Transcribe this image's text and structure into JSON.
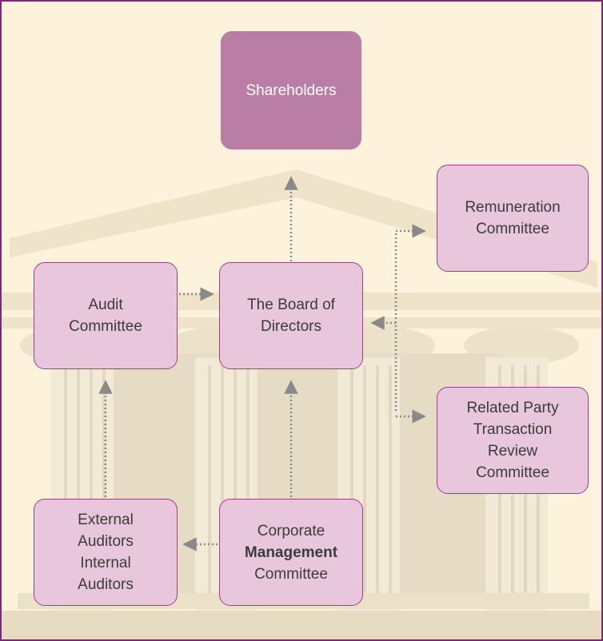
{
  "nodes": {
    "shareholders": {
      "lines": [
        "Shareholders"
      ]
    },
    "remuneration": {
      "lines": [
        "Remuneration",
        "Committee"
      ]
    },
    "audit": {
      "lines": [
        "Audit",
        "Committee"
      ]
    },
    "board": {
      "lines": [
        "The Board of",
        "Directors"
      ]
    },
    "related": {
      "lines": [
        "Related Party",
        "Transaction",
        "Review",
        "Committee"
      ]
    },
    "auditors": {
      "lines": [
        "External",
        "Auditors",
        "Internal",
        "Auditors"
      ]
    },
    "management": {
      "lines": [
        "Corporate",
        "Management",
        "Committee"
      ]
    }
  },
  "colors": {
    "background": "#fdf2dc",
    "border": "#7a2a73",
    "box_fill": "#e8c6dc",
    "box_border": "#9d3f87",
    "top_box_fill": "#ba7ea6",
    "arrow": "#8a8a8a"
  }
}
